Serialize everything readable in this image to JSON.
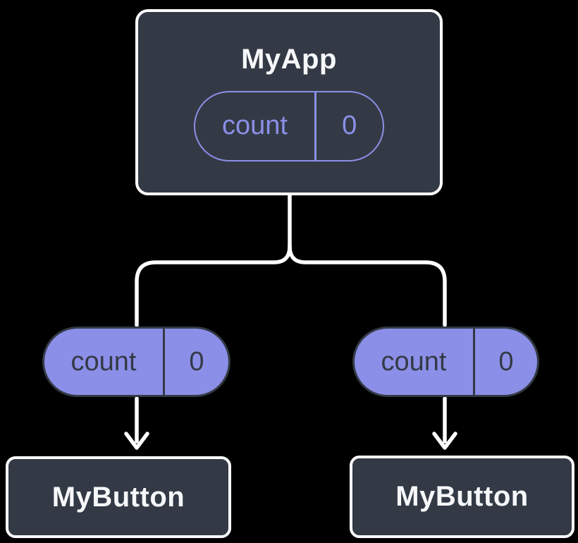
{
  "diagram": {
    "title": "component-tree-state-sharing",
    "root": {
      "label": "MyApp",
      "state": {
        "name": "count",
        "value": "0"
      }
    },
    "children": [
      {
        "label": "MyButton",
        "prop": {
          "name": "count",
          "value": "0"
        }
      },
      {
        "label": "MyButton",
        "prop": {
          "name": "count",
          "value": "0"
        }
      }
    ]
  },
  "colors": {
    "background": "#000000",
    "node_fill": "#333a45",
    "node_border": "#ffffff",
    "pill_fill": "#8b8fe8",
    "pill_outline": "#8b8fe8",
    "pill_dark_text": "#333a45",
    "title_text": "#f6f7f9",
    "connector": "#ffffff"
  }
}
